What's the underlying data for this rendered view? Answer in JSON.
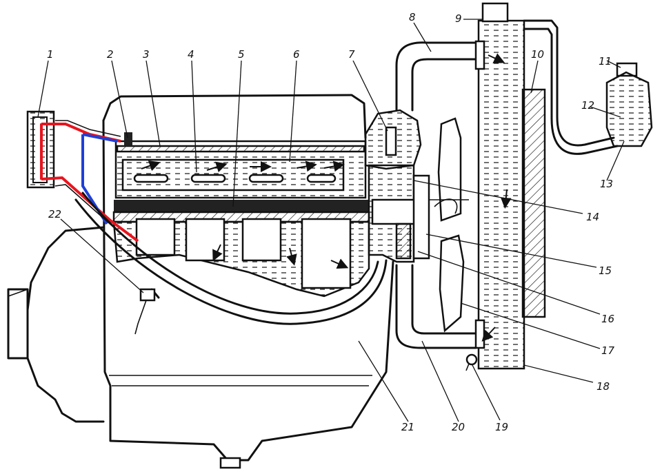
{
  "diagram": {
    "callouts": [
      "1",
      "2",
      "3",
      "4",
      "5",
      "6",
      "7",
      "8",
      "9",
      "10",
      "11",
      "12",
      "13",
      "14",
      "15",
      "16",
      "17",
      "18",
      "19",
      "20",
      "21",
      "22"
    ]
  },
  "colors": {
    "hot_hose": "#e8141e",
    "cold_hose": "#1f3fd6",
    "ink": "#111111",
    "background": "#ffffff"
  }
}
